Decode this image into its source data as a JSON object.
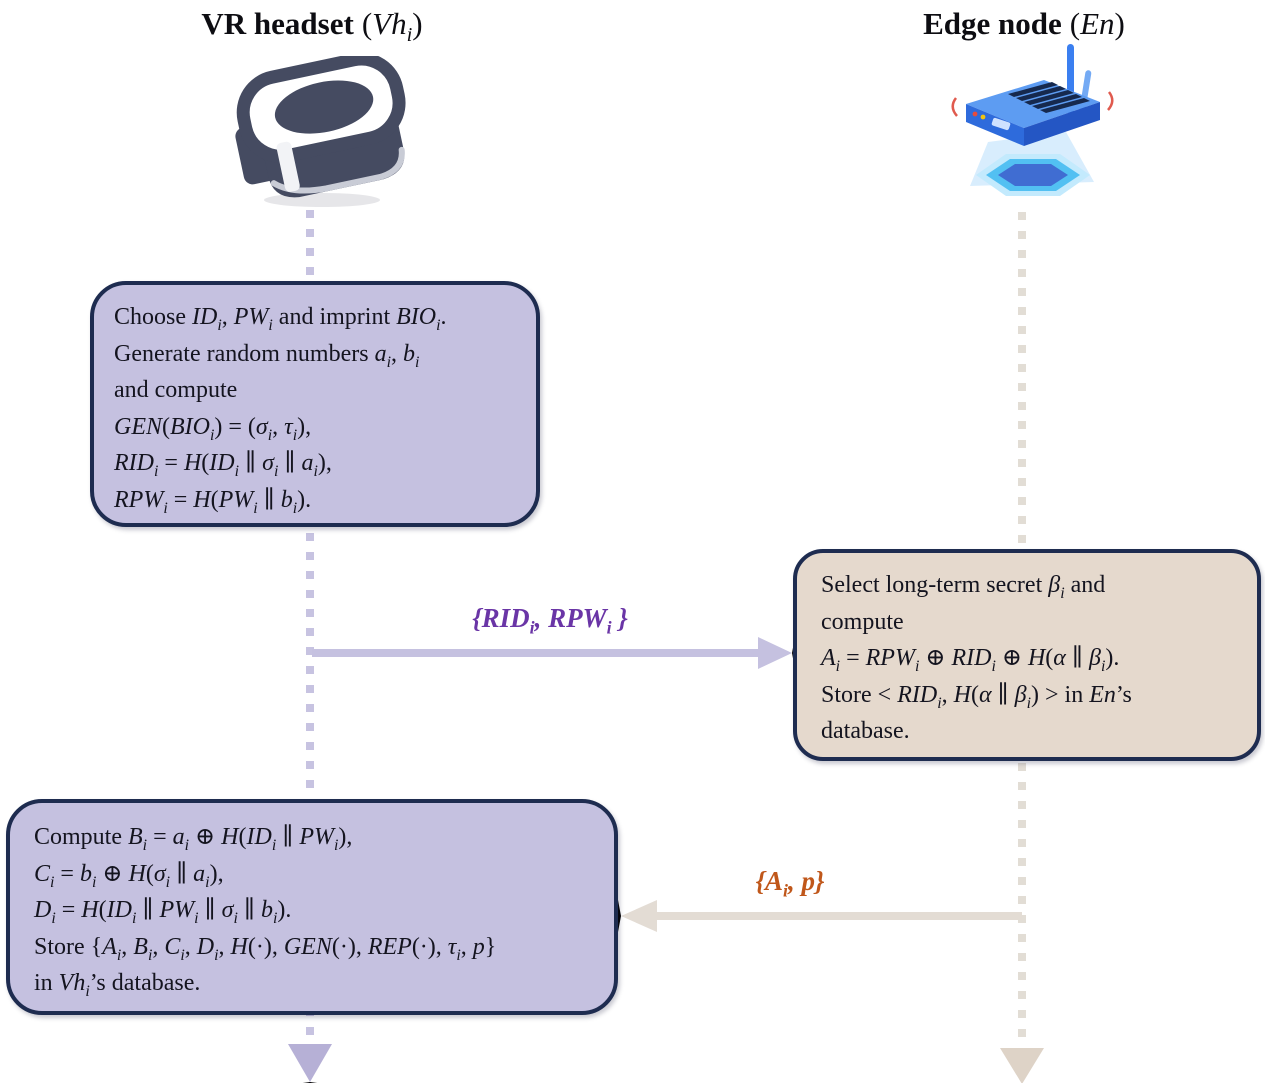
{
  "diagram": {
    "kind": "registration-phase sequence diagram",
    "background": "#ffffff"
  },
  "participants": {
    "vr": {
      "label": "VR headset",
      "symbol": "(*Vh*_i)",
      "icon": "vr-headset-icon"
    },
    "edge": {
      "label": "Edge node",
      "symbol": "(*En*)",
      "icon": "edge-node-icon"
    }
  },
  "boxes": {
    "vr_register": {
      "lines": [
        "Choose *ID*_i, *PW*_i and imprint *BIO*_i.",
        "Generate random numbers *a*_i, *b*_i",
        "and compute",
        "*GEN*(*BIO*_i) = (*σ*_i, *τ*_i),",
        "*RID*_i = *H*(*ID*_i ∥ *σ*_i ∥ *a*_i),",
        "*RPW*_i = *H*(*PW*_i ∥ *b*_i)."
      ]
    },
    "edge_compute": {
      "lines": [
        "Select long-term secret *β*_i and",
        "compute",
        "*A*_i = *RPW*_i ⊕ *RID*_i ⊕ *H*(*α* ∥ *β*_i).",
        "Store < *RID*_i, *H*(*α* ∥ *β*_i) > in *En*’s",
        "database."
      ]
    },
    "vr_store": {
      "lines": [
        "Compute *B*_i = *a*_i ⊕ *H*(*ID*_i ∥ *PW*_i),",
        "*C*_i = *b*_i ⊕ *H*(*σ*_i ∥ *a*_i),",
        "*D*_i = *H*(*ID*_i ∥ *PW*_i ∥ *σ*_i ∥ *b*_i).",
        "Store {*A*_i, *B*_i, *C*_i, *D*_i, *H*(·), *GEN*(·), *REP*(·), *τ*_i, *p*}",
        "in *Vh*_i’s database."
      ]
    }
  },
  "messages": {
    "to_edge": {
      "label": "{*RID*_i, *RPW*_i }",
      "direction": "right",
      "arrow_color": "#c5c1e0",
      "label_color": "#6a35a6"
    },
    "to_vr": {
      "label": "{*A*_i, *p*}",
      "direction": "left",
      "arrow_color": "#e3dcd4",
      "label_color": "#c0571a"
    }
  },
  "colors": {
    "vr_box_fill": "#c5c1e0",
    "edge_box_fill": "#e5d9cd",
    "box_border": "#1e2c50",
    "vr_lifeline": "#c7c3e1",
    "edge_lifeline": "#e2ddd5",
    "vr_lifeline_arrow": "#b6b0d6",
    "edge_lifeline_arrow": "#ded3c7"
  }
}
